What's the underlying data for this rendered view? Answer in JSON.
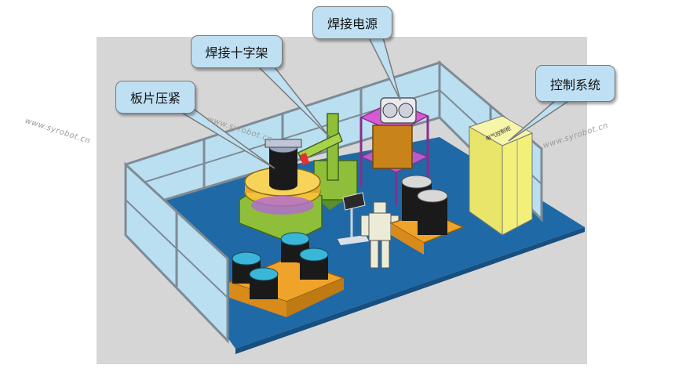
{
  "callouts": {
    "clamp": "板片压紧",
    "welding_cross": "焊接十字架",
    "power_source": "焊接电源",
    "control_system": "控制系统"
  },
  "cabinet_label": "电气控制柜",
  "watermark": "www.syrobot.cn",
  "colors": {
    "floor": "#1f6aa6",
    "wall_frame": "#7e8b95",
    "wall_glass": "#b9dff0",
    "callout_fill": "#bfe0f2",
    "machine_green": "#8fbf3a",
    "rotary_yellow": "#f2c23a",
    "pallet_orange": "#f0a32a",
    "coil_black": "#1a1a1a",
    "coil_top": "#39b6d8",
    "rack_magenta": "#d65ad6",
    "cabinet_yellow": "#f3f07a"
  }
}
